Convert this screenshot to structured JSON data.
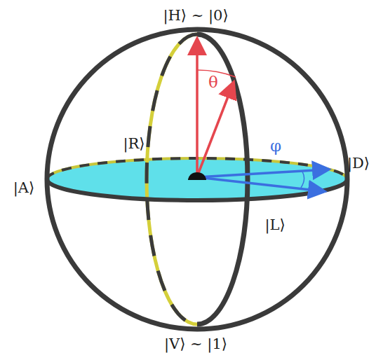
{
  "diagram": {
    "labels": [
      "|H⟩ ~ |0⟩",
      "θ",
      "|R⟩",
      "φ",
      "|D⟩",
      "|A⟩",
      "|L⟩",
      "|V⟩ ~ |1⟩"
    ]
  }
}
